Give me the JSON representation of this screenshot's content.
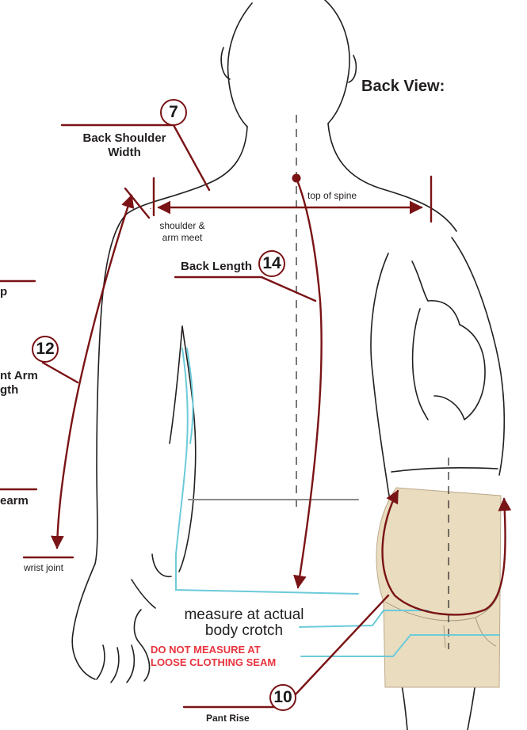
{
  "title": "Back View:",
  "labels": {
    "back_shoulder_width": [
      "Back Shoulder",
      "Width"
    ],
    "shoulder_arm_meet": [
      "shoulder &",
      "arm meet"
    ],
    "top_of_spine": "top of spine",
    "back_length": "Back Length",
    "arm_length_partial": [
      "nt Arm",
      "gth"
    ],
    "forearm_partial": "earm",
    "top_left_partial": "p",
    "wrist_joint": "wrist joint",
    "measure_crotch": [
      "measure at actual",
      "body crotch"
    ],
    "do_not_measure": [
      "DO NOT MEASURE AT",
      "LOOSE CLOTHING SEAM"
    ],
    "pant_rise": "Pant Rise"
  },
  "markers": {
    "back_shoulder_width": "7",
    "back_length": "14",
    "arm_length": "12",
    "pant_rise": "10"
  },
  "colors": {
    "measure_line": "#7a1315",
    "warning_text": "#e8343f",
    "guide_line": "#6ccbd9",
    "pants_fill": "#e9dcbf",
    "outline": "#231f20"
  }
}
